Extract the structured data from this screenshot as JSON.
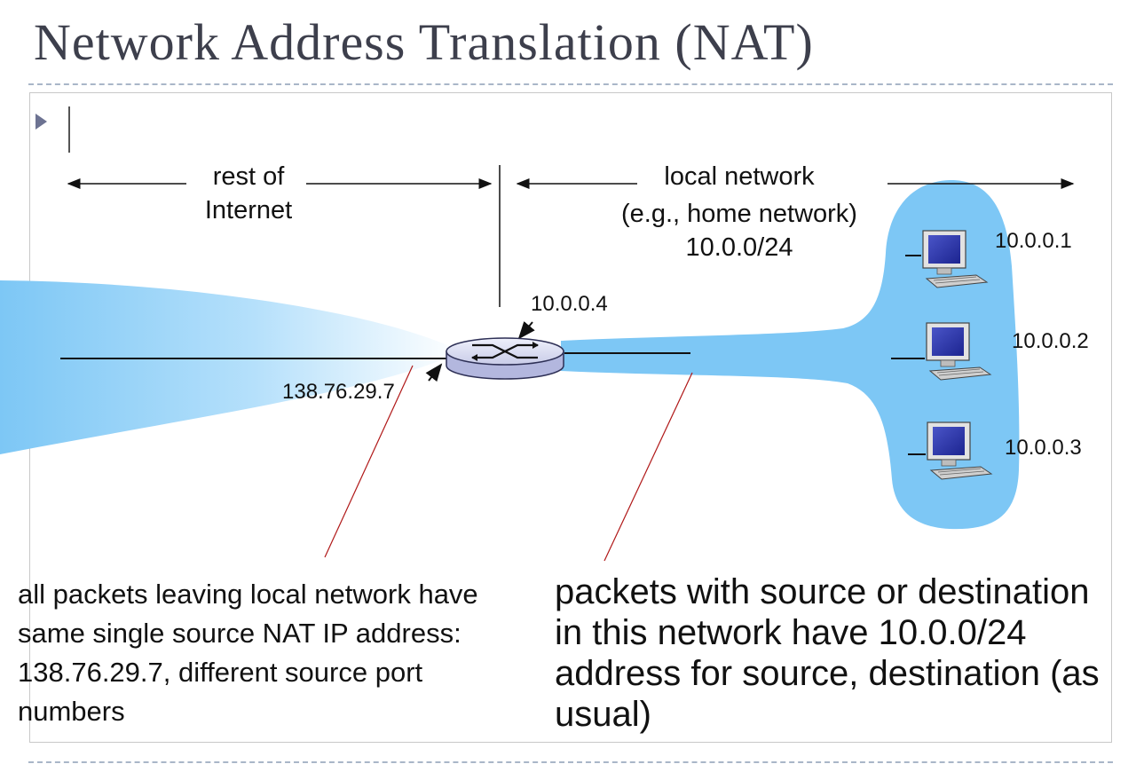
{
  "title": "Network Address Translation (NAT)",
  "labels": {
    "rest_of_internet_1": "rest of",
    "rest_of_internet_2": "Internet",
    "local_network": "local network",
    "home_network": "(e.g., home network)",
    "subnet": "10.0.0/24",
    "router_inside_ip": "10.0.0.4",
    "router_outside_ip": "138.76.29.7",
    "host_1": "10.0.0.1",
    "host_2": "10.0.0.2",
    "host_3": "10.0.0.3"
  },
  "notes": {
    "left": "all packets leaving local network have same single source NAT IP address: 138.76.29.7, different source port numbers",
    "right": "packets with source or destination in this network have 10.0.0/24 address for source, destination (as usual)"
  },
  "colors": {
    "network_blue": "#7dc7f5",
    "title": "#3d3f4c",
    "annotation_line": "#b01818",
    "router_fill": "#d9dbf0"
  }
}
